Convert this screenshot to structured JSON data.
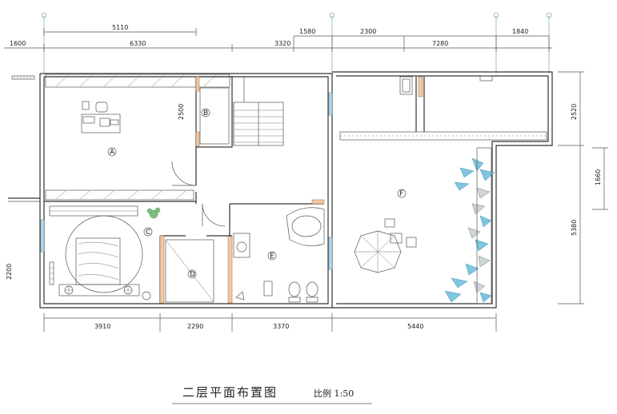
{
  "plan": {
    "title": "二层平面布置图",
    "scale": "比例 1:50",
    "top_dimensions_upper": [
      "5110"
    ],
    "top_dimensions_middle": [
      "1600",
      "6330",
      "3320",
      "1580",
      "2300",
      "7280",
      "1840"
    ],
    "bottom_dimensions": [
      "3910",
      "2290",
      "3370",
      "5440"
    ],
    "left_dimensions": [
      "2500",
      "2200"
    ],
    "right_dimensions": [
      "2520",
      "1660",
      "5380"
    ],
    "room_labels": [
      "A",
      "B",
      "C",
      "D",
      "E",
      "F"
    ]
  }
}
